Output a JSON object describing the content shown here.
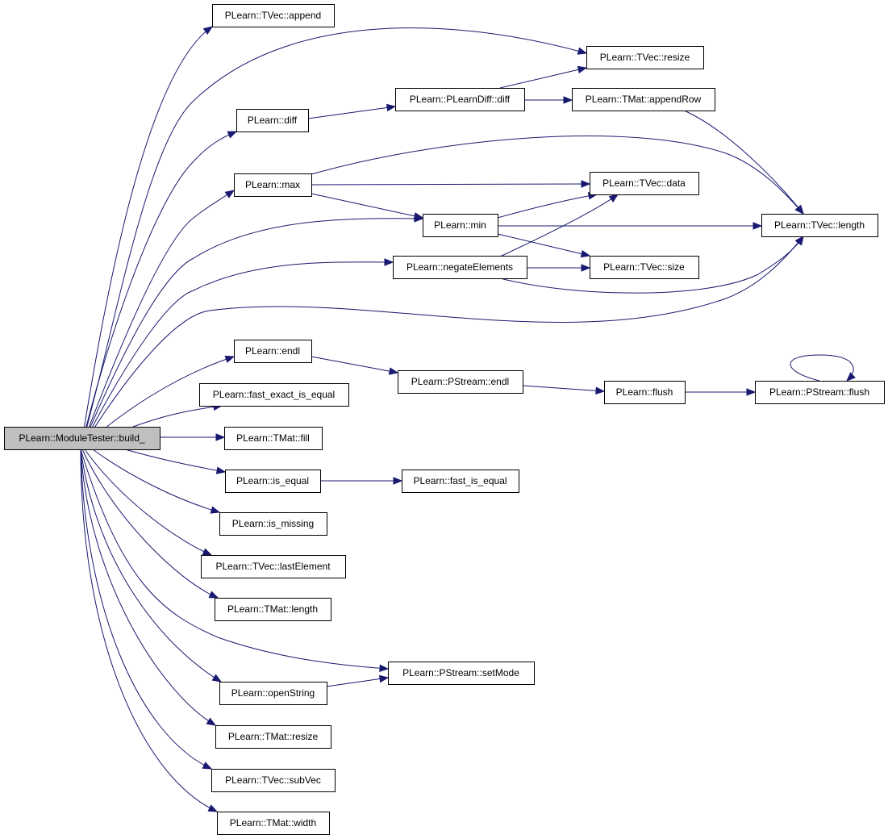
{
  "nodes": [
    {
      "id": "build",
      "label": "PLearn::ModuleTester::build_"
    },
    {
      "id": "tvappend",
      "label": "PLearn::TVec::append"
    },
    {
      "id": "tvresize",
      "label": "PLearn::TVec::resize"
    },
    {
      "id": "diff",
      "label": "PLearn::diff"
    },
    {
      "id": "pldiff",
      "label": "PLearn::PLearnDiff::diff"
    },
    {
      "id": "appendrow",
      "label": "PLearn::TMat::appendRow"
    },
    {
      "id": "max",
      "label": "PLearn::max"
    },
    {
      "id": "tvdata",
      "label": "PLearn::TVec::data"
    },
    {
      "id": "min",
      "label": "PLearn::min"
    },
    {
      "id": "tvlength",
      "label": "PLearn::TVec::length"
    },
    {
      "id": "negate",
      "label": "PLearn::negateElements"
    },
    {
      "id": "tvsize",
      "label": "PLearn::TVec::size"
    },
    {
      "id": "endl",
      "label": "PLearn::endl"
    },
    {
      "id": "psendl",
      "label": "PLearn::PStream::endl"
    },
    {
      "id": "flush",
      "label": "PLearn::flush"
    },
    {
      "id": "psflush",
      "label": "PLearn::PStream::flush"
    },
    {
      "id": "fastexact",
      "label": "PLearn::fast_exact_is_equal"
    },
    {
      "id": "tmfill",
      "label": "PLearn::TMat::fill"
    },
    {
      "id": "isequal",
      "label": "PLearn::is_equal"
    },
    {
      "id": "fastequal",
      "label": "PLearn::fast_is_equal"
    },
    {
      "id": "ismissing",
      "label": "PLearn::is_missing"
    },
    {
      "id": "lastelem",
      "label": "PLearn::TVec::lastElement"
    },
    {
      "id": "tmlength",
      "label": "PLearn::TMat::length"
    },
    {
      "id": "setmode",
      "label": "PLearn::PStream::setMode"
    },
    {
      "id": "openstring",
      "label": "PLearn::openString"
    },
    {
      "id": "tmresize",
      "label": "PLearn::TMat::resize"
    },
    {
      "id": "subvec",
      "label": "PLearn::TVec::subVec"
    },
    {
      "id": "tmwidth",
      "label": "PLearn::TMat::width"
    }
  ],
  "edges": [
    {
      "from": "build",
      "to": "tvappend"
    },
    {
      "from": "build",
      "to": "tvresize"
    },
    {
      "from": "build",
      "to": "diff"
    },
    {
      "from": "build",
      "to": "max"
    },
    {
      "from": "build",
      "to": "min"
    },
    {
      "from": "build",
      "to": "negate"
    },
    {
      "from": "build",
      "to": "tvlength"
    },
    {
      "from": "build",
      "to": "endl"
    },
    {
      "from": "build",
      "to": "fastexact"
    },
    {
      "from": "build",
      "to": "tmfill"
    },
    {
      "from": "build",
      "to": "isequal"
    },
    {
      "from": "build",
      "to": "ismissing"
    },
    {
      "from": "build",
      "to": "lastelem"
    },
    {
      "from": "build",
      "to": "tmlength"
    },
    {
      "from": "build",
      "to": "setmode"
    },
    {
      "from": "build",
      "to": "openstring"
    },
    {
      "from": "build",
      "to": "tmresize"
    },
    {
      "from": "build",
      "to": "subvec"
    },
    {
      "from": "build",
      "to": "tmwidth"
    },
    {
      "from": "diff",
      "to": "pldiff"
    },
    {
      "from": "pldiff",
      "to": "tvresize"
    },
    {
      "from": "pldiff",
      "to": "appendrow"
    },
    {
      "from": "appendrow",
      "to": "tvlength"
    },
    {
      "from": "max",
      "to": "tvlength"
    },
    {
      "from": "max",
      "to": "tvdata"
    },
    {
      "from": "max",
      "to": "min"
    },
    {
      "from": "min",
      "to": "tvdata"
    },
    {
      "from": "min",
      "to": "tvlength"
    },
    {
      "from": "min",
      "to": "tvsize"
    },
    {
      "from": "negate",
      "to": "tvdata"
    },
    {
      "from": "negate",
      "to": "tvsize"
    },
    {
      "from": "negate",
      "to": "tvlength"
    },
    {
      "from": "endl",
      "to": "psendl"
    },
    {
      "from": "psendl",
      "to": "flush"
    },
    {
      "from": "flush",
      "to": "psflush"
    },
    {
      "from": "psflush",
      "to": "psflush"
    },
    {
      "from": "isequal",
      "to": "fastequal"
    },
    {
      "from": "openstring",
      "to": "setmode"
    }
  ],
  "colors": {
    "edge": "#191970",
    "root_fill": "#bfbfbf",
    "node_fill": "#ffffff",
    "node_border": "#000000"
  }
}
